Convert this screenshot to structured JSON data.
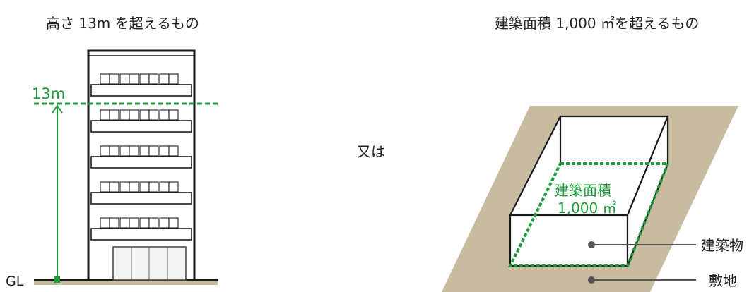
{
  "left_panel": {
    "title": "高さ 13m を超えるもの",
    "height_label": "13m",
    "ground_label": "GL"
  },
  "connector": {
    "text": "又は"
  },
  "right_panel": {
    "title": "建築面積 1,000 ㎡を超えるもの",
    "area_label_line1": "建築面積",
    "area_label_line2": "1,000 ㎡",
    "building_label": "建築物",
    "site_label": "敷地"
  },
  "colors": {
    "accent_green": "#1e9a3c",
    "ground_tan": "#c8bba0",
    "line_black": "#1a1a1a",
    "leader_gray": "#555555"
  }
}
